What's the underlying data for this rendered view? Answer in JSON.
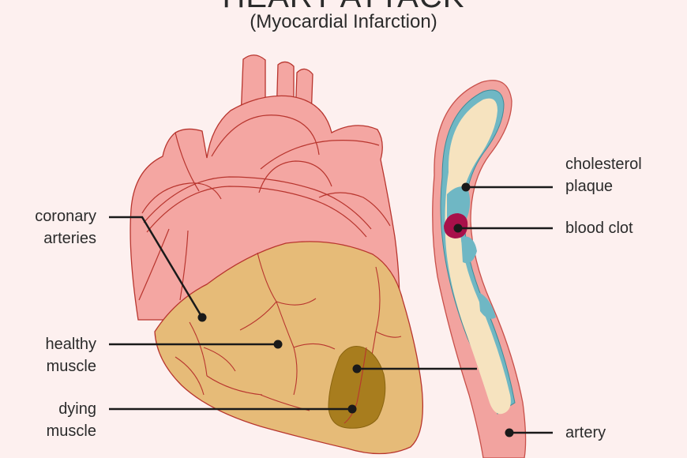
{
  "title": "HEART ATTACK",
  "subtitle": "(Myocardial Infarction)",
  "labels": {
    "coronary_arteries": [
      "coronary",
      "arteries"
    ],
    "healthy_muscle": [
      "healthy",
      "muscle"
    ],
    "dying_muscle": [
      "dying",
      "muscle"
    ],
    "cholesterol_plaque": [
      "cholesterol",
      "plaque"
    ],
    "blood_clot": "blood clot",
    "artery": "artery"
  },
  "colors": {
    "background": "#fdf0ef",
    "heart_upper": "#f4a6a2",
    "heart_outline": "#b8352e",
    "healthy_muscle": "#e6bb78",
    "dying_muscle": "#a87d1e",
    "artery_wall": "#f2a39f",
    "plaque": "#6fb7c4",
    "artery_lumen": "#f6e3bf",
    "blood_clot": "#a8104a",
    "leader_line": "#1a1a1a"
  }
}
